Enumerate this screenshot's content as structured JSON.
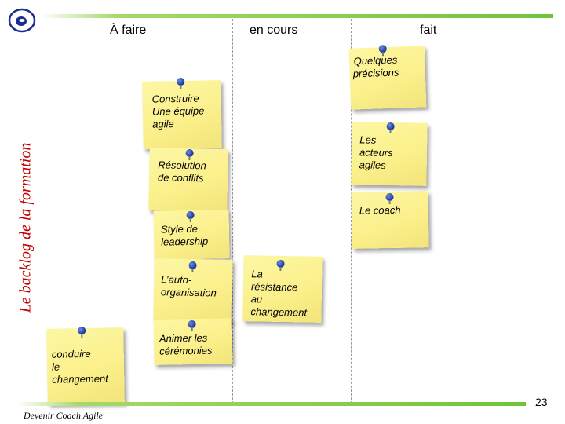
{
  "header": {
    "col_todo": "À faire",
    "col_doing": "en cours",
    "col_done": "fait"
  },
  "side_title": "Le backlog de la formation",
  "footer": "Devenir Coach Agile",
  "page_number": "23",
  "colors": {
    "accent_green": "#6fc43a",
    "title_red": "#c00000",
    "note_yellow": "#fbf08c",
    "pin_blue": "#1f3fa8"
  },
  "notes": {
    "construire": "Construire\nUne équipe\nagile",
    "resolution": "Résolution\nde conflits",
    "style": "Style de\nleadership",
    "autoorg": "L’auto-\norganisation",
    "animer": "Animer les\ncérémonies",
    "conduire": "conduire\nle\nchangement",
    "resistance": "La\nrésistance\nau\nchangement",
    "quelques": "Quelques\nprécisions",
    "acteurs": "Les\nacteurs\nagiles",
    "coach": "Le coach"
  }
}
